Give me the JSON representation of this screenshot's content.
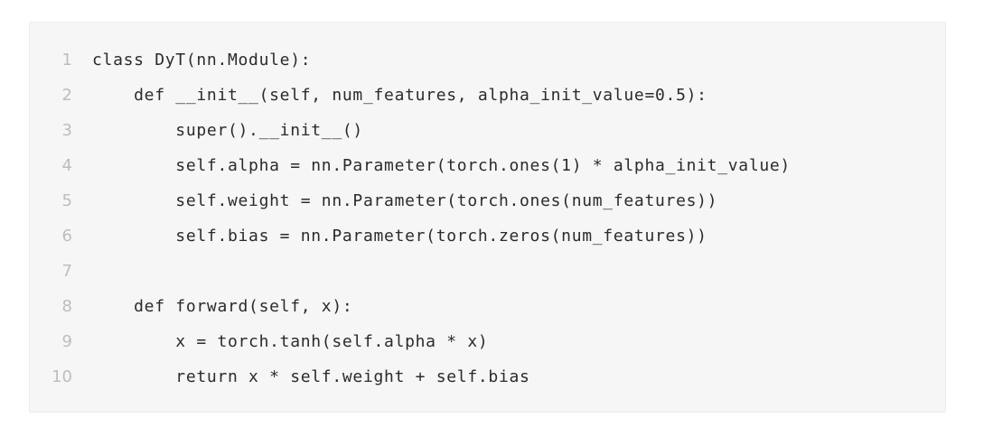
{
  "code_block": {
    "lines": [
      {
        "number": "1",
        "code": "class DyT(nn.Module):"
      },
      {
        "number": "2",
        "code": "    def __init__(self, num_features, alpha_init_value=0.5):"
      },
      {
        "number": "3",
        "code": "        super().__init__()"
      },
      {
        "number": "4",
        "code": "        self.alpha = nn.Parameter(torch.ones(1) * alpha_init_value)"
      },
      {
        "number": "5",
        "code": "        self.weight = nn.Parameter(torch.ones(num_features))"
      },
      {
        "number": "6",
        "code": "        self.bias = nn.Parameter(torch.zeros(num_features))"
      },
      {
        "number": "7",
        "code": ""
      },
      {
        "number": "8",
        "code": "    def forward(self, x):"
      },
      {
        "number": "9",
        "code": "        x = torch.tanh(self.alpha * x)"
      },
      {
        "number": "10",
        "code": "        return x * self.weight + self.bias"
      }
    ]
  },
  "colors": {
    "background": "#f6f6f6",
    "line_number": "#bdbdbd",
    "code_text": "#2b2b2b"
  }
}
